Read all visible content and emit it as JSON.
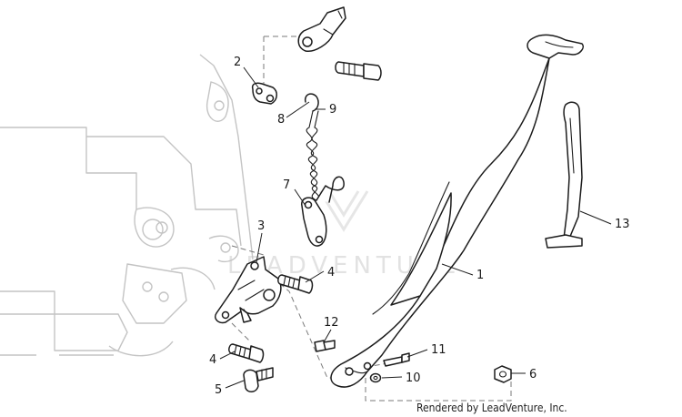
{
  "watermark": "LEADVENTURE",
  "credit": "Rendered by LeadVenture, Inc.",
  "callouts": {
    "c1": "1",
    "c2": "2",
    "c3": "3",
    "c4a": "4",
    "c4b": "4",
    "c5": "5",
    "c6": "6",
    "c7": "7",
    "c8": "8",
    "c9": "9",
    "c10": "10",
    "c11": "11",
    "c12": "12",
    "c13": "13"
  }
}
